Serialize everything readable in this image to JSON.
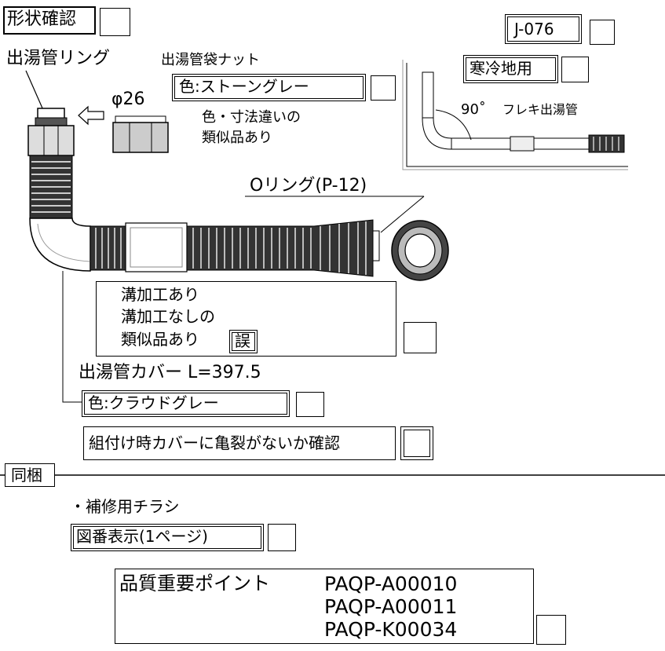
{
  "header": {
    "shape_check": "形状確認",
    "code": "J-076"
  },
  "labels": {
    "ring": "出湯管リング",
    "nut": "出湯管袋ナット",
    "nut_color": "色:ストーングレー",
    "diameter": "φ26",
    "similar_note_1": "色・寸法違いの",
    "similar_note_2": "類似品あり",
    "cold_region": "寒冷地用",
    "flex_pipe": "フレキ出湯管",
    "angle": "90˚",
    "o_ring": "Oリング(P-12)",
    "groove_1": "溝加工あり",
    "groove_2": "溝加工なしの",
    "groove_3": "類似品あり",
    "wrong": "誤",
    "cover": "出湯管カバー L=397.5",
    "cover_color": "色:クラウドグレー",
    "crack_check": "組付け時カバーに亀裂がないか確認"
  },
  "bundle": {
    "title": "同梱",
    "item": "・補修用チラシ",
    "page_label": "図番表示(1ページ)"
  },
  "quality": {
    "title": "品質重要ポイント",
    "codes": [
      "PAQP-A00010",
      "PAQP-A00011",
      "PAQP-K00034"
    ]
  }
}
